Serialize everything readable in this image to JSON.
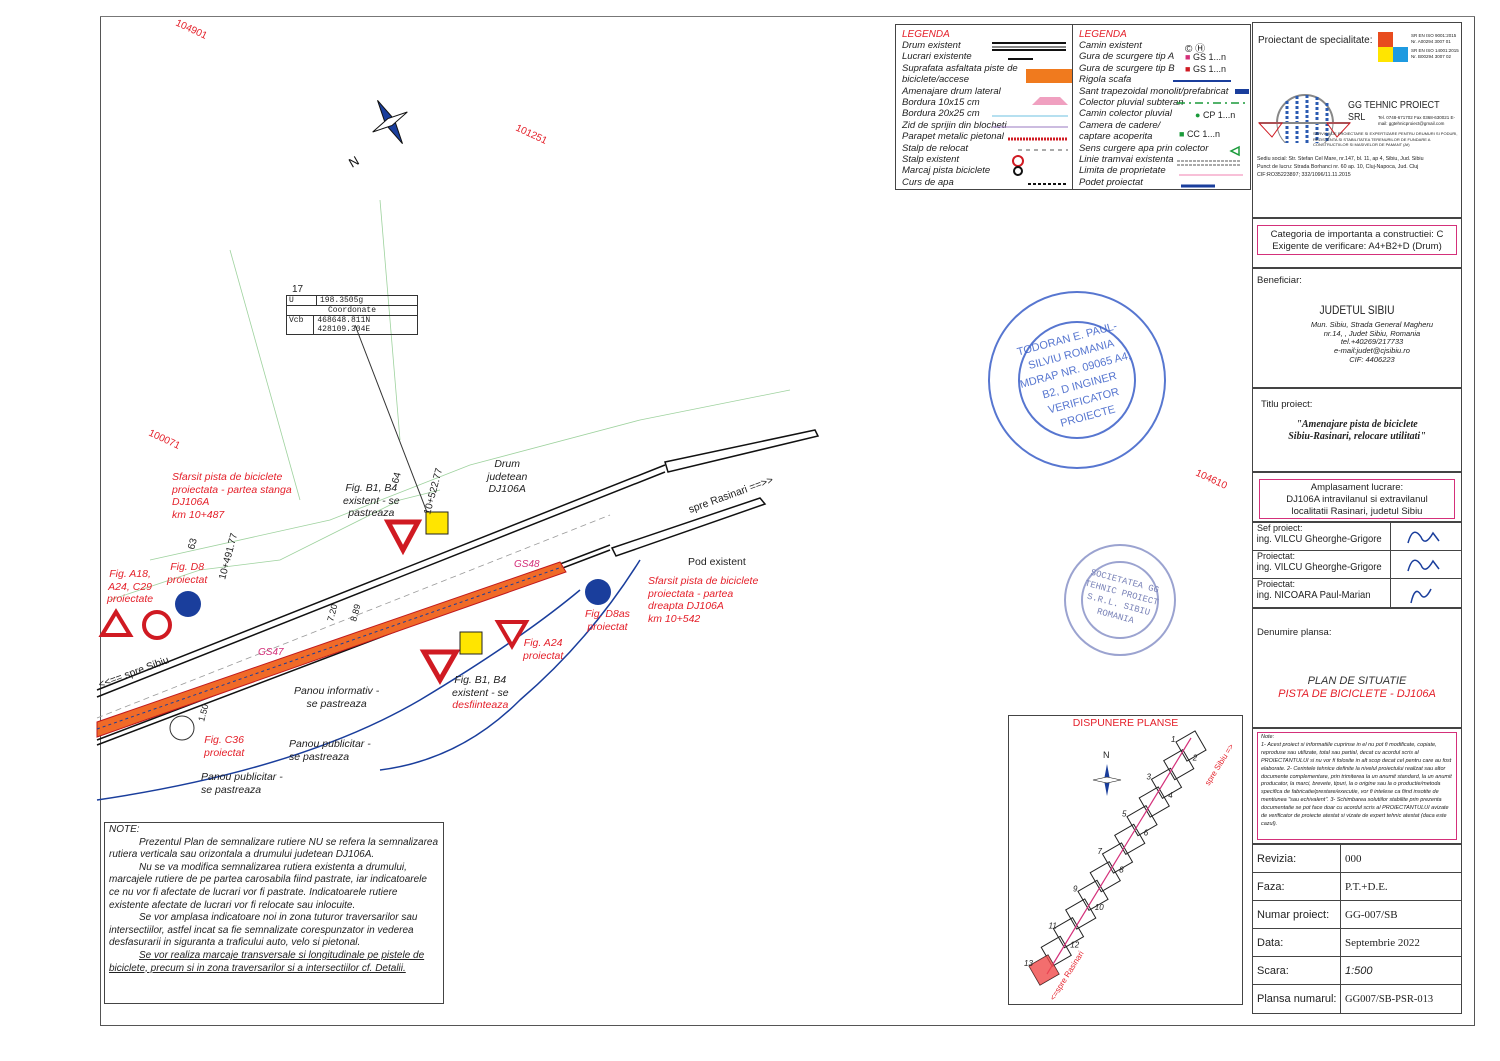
{
  "legend_left": {
    "title": "LEGENDA",
    "items": [
      "Drum existent",
      "Lucrari existente",
      "Suprafata asfaltata piste de",
      "biciclete/accese",
      "Amenajare drum lateral",
      "Bordura 10x15 cm",
      "Bordura 20x25 cm",
      "Zid de sprijin din blocheti",
      "Parapet metalic pietonal",
      "Stalp de relocat",
      "Stalp existent",
      "Marcaj pista biciclete",
      "Curs de apa"
    ]
  },
  "legend_right": {
    "title": "LEGENDA",
    "items": [
      "Camin existent",
      "Gura de scurgere tip A",
      "Gura de scurgere tip B",
      "Rigola scafa",
      "Sant trapezoidal monolit/prefabricat",
      "Colector pluvial subteran",
      "Camin colector pluvial",
      "Camera de cadere/",
      "captare acoperita",
      "Sens curgere apa prin colector",
      "Linie tramvai existenta",
      "Limita de proprietate",
      "Podet proiectat"
    ],
    "symbols": {
      "camin": "© Ⓗ",
      "gs_a": "GS 1...n",
      "gs_b": "GS 1...n",
      "cp": "CP 1...n",
      "cc": "CC 1...n"
    }
  },
  "designer": {
    "label": "Proiectant de specialitate:",
    "iso1": "SR EN ISO 9001:2015 Nr. A00294 3007 01",
    "iso2": "SR EN ISO 14001:2015 Nr. B00294 3007 02",
    "company": "GG TEHNIC PROIECT SRL",
    "contact": "Tel. 0748-671702  Fax 0368-630021  E-mail: ggtehnicproiect@gmail.com",
    "services": "SERVICII DE PROIECTARE SI EXPERTIZARE PENTRU DRUMURI SI PODURI, REZISTENTA SI STABILITATEA TERENURILOR DE FUNDARE A CONSTRUCTIILOR SI MASIVELOR DE PAMANT (Af)",
    "address1": "Sediu social: Str. Stefan Cel Mare, nr.147, bl. 11, ap 4, Sibiu, Jud. Sibiu",
    "address2": "Punct de lucru:  Strada Borhanci nr. 60 ap. 10, Cluj-Napoca, Jud. Cluj",
    "cif": "CIF:RO35223897; 332/1096/11.11.2015"
  },
  "category": {
    "line1": "Categoria de importanta a constructiei: C",
    "line2": "Exigente de verificare: A4+B2+D (Drum)"
  },
  "beneficiary": {
    "label": "Beneficiar:",
    "name": "JUDETUL SIBIU",
    "lines": [
      "Mun.  Sibiu, Strada General Magheru",
      "nr.14, , Judet Sibiu, Romania",
      "tel.+40269/217733",
      "e-mail:judet@cjsibiu.ro",
      "CIF:    4406223"
    ]
  },
  "project_title": {
    "label": "Titlu proiect:",
    "line1": "\"Amenajare pista de biciclete",
    "line2": "Sibiu-Rasinari, relocare utilitati\""
  },
  "location": {
    "label": "Amplasament lucrare:",
    "line1": "DJ106A intravilanul si extravilanul",
    "line2": "localitatii Rasinari, judetul Sibiu"
  },
  "people": [
    {
      "role": "Sef proiect:",
      "name": "ing. VILCU  Gheorghe-Grigore"
    },
    {
      "role": "Proiectat:",
      "name": "ing. VILCU  Gheorghe-Grigore"
    },
    {
      "role": "Proiectat:",
      "name": "ing. NICOARA Paul-Marian"
    }
  ],
  "sheet_name": {
    "label": "Denumire plansa:",
    "line1": "PLAN DE SITUATIE",
    "line2": "PISTA DE BICICLETE - DJ106A"
  },
  "notes": {
    "title": "Note:",
    "text": "1- Acest proiect si informatiile cuprinse in el nu pot fi modificate, copiate, reproduse sau utilizate, total sau partial, decat cu acordul scris al PROIECTANTULUI si nu vor fi folosite in alt scop decat cel pentru care au fost elaborate. 2- Cerintele tehnice definite la nivelul proiectului realizat sau altor documente complementare, prin trimiterea la un anumit standard, la un anumit producator, la marci, brevete, tipuri, la o origine sau la o productie/metoda specifica de fabricatie/prestare/executie, vor fi intelese ca fiind insotite de mentiunea \"sau echivalent\". 3- Schimbarea solutiilor stabilite prin prezenta documentatie se pot face doar cu acordul scris al PROIECTANTULUI avizate de verificator de proiecte atestat si vizate de expert tehnic atestat (daca este cazul)."
  },
  "info_table": [
    {
      "label": "Revizia:",
      "value": "000"
    },
    {
      "label": "Faza:",
      "value": "P.T.+D.E."
    },
    {
      "label": "Numar proiect:",
      "value": "GG-007/SB"
    },
    {
      "label": "Data:",
      "value": "Septembrie 2022"
    },
    {
      "label": "Scara:",
      "value": "1:500"
    },
    {
      "label": "Plansa numarul:",
      "value": "GG007/SB-PSR-013"
    }
  ],
  "stamps": {
    "verifier": "TODORAN E. PAUL-SILVIU  ROMANIA  MDRAP  NR. 09065  A4, B2, D  INGINER VERIFICATOR PROIECTE",
    "company": "SOCIETATEA GG TEHNIC PROIECT S.R.L. SIBIU ROMANIA"
  },
  "coord_table": {
    "point": "17",
    "u_label": "U",
    "u_value": "198.3505g",
    "coord_label": "Coordonate",
    "vcb_label": "Vcb",
    "vcb_value": "468648.811N  428109.304E"
  },
  "north_label": "N",
  "parcel_numbers": [
    "104901",
    "101251",
    "100071",
    "104610"
  ],
  "labels": {
    "end_left": [
      "Sfarsit pista de biciclete",
      "proiectata - partea stanga",
      "DJ106A",
      "km 10+487"
    ],
    "fig_b1_existent": [
      "Fig. B1, B4",
      "existent - se",
      "pastreaza"
    ],
    "drum": [
      "Drum",
      "judetean",
      "DJ106A"
    ],
    "spre_rasinari": "spre Rasinari ==>>",
    "pod_existent": "Pod existent",
    "end_right": [
      "Sfarsit pista de biciclete",
      "proiectata - partea",
      "dreapta DJ106A",
      "km 10+542"
    ],
    "fig_d8bas": [
      "Fig. D8as",
      "proiectat"
    ],
    "fig_a24": [
      "Fig. A24",
      "proiectat"
    ],
    "fig_b1_desf": [
      "Fig. B1, B4",
      "existent - se",
      "desfiinteaza"
    ],
    "fig_a18": [
      "Fig. A18,",
      "A24, C29",
      "proiectate"
    ],
    "fig_d8": [
      "Fig. D8",
      "proiectat"
    ],
    "fig_c36": [
      "Fig. C36",
      "proiectat"
    ],
    "panou_info": [
      "Panou informativ -",
      "se pastreaza"
    ],
    "panou_pub1": [
      "Panou publicitar -",
      "se pastreaza"
    ],
    "panou_pub2": [
      "Panou publicitar -",
      "se pastreaza"
    ],
    "spre_sibiu": "<<== spre Sibiu",
    "gs47": "GS47",
    "gs48": "GS48",
    "km1": "10+491.77",
    "km2": "10+522.77",
    "p63": "63",
    "p64": "64",
    "w1": "7.20",
    "w2": "8.89",
    "w3": "1.50"
  },
  "main_note": {
    "title": "NOTE:",
    "paragraphs": [
      "Prezentul Plan de semnalizare rutiere NU se refera la semnalizarea rutiera verticala sau orizontala a drumului judetean DJ106A.",
      "Nu se va modifica semnalizarea rutiera existenta a drumului, marcajele rutiere de pe partea carosabila fiind pastrate, iar indicatoarele ce nu vor fi afectate de lucrari vor fi pastrate. Indicatoarele rutiere existente afectate de lucrari vor fi relocate sau inlocuite.",
      "Se vor amplasa indicatoare noi in zona tuturor traversarilor sau intersectiilor, astfel incat sa fie semnalizate corespunzator in vederea desfasurarii in siguranta a traficului auto, velo si pietonal.",
      "Se vor realiza marcaje transversale si longitudinale pe pistele de biciclete, precum si in zona traversarilor  si a intersectiilor cf. Detalii."
    ]
  },
  "key_map": {
    "title": "DISPUNERE PLANSE",
    "north": "N",
    "sheets": [
      "1",
      "2",
      "3",
      "4",
      "5",
      "6",
      "7",
      "8",
      "9",
      "10",
      "11",
      "12",
      "13"
    ],
    "spre_sibiu": "spre Sibiu =>",
    "spre_rasinari": "<=spre Rasinari"
  },
  "colors": {
    "red": "#e4202a",
    "magenta": "#d4307a",
    "blue": "#1a3e9c",
    "bike_path": "#f06a28"
  }
}
